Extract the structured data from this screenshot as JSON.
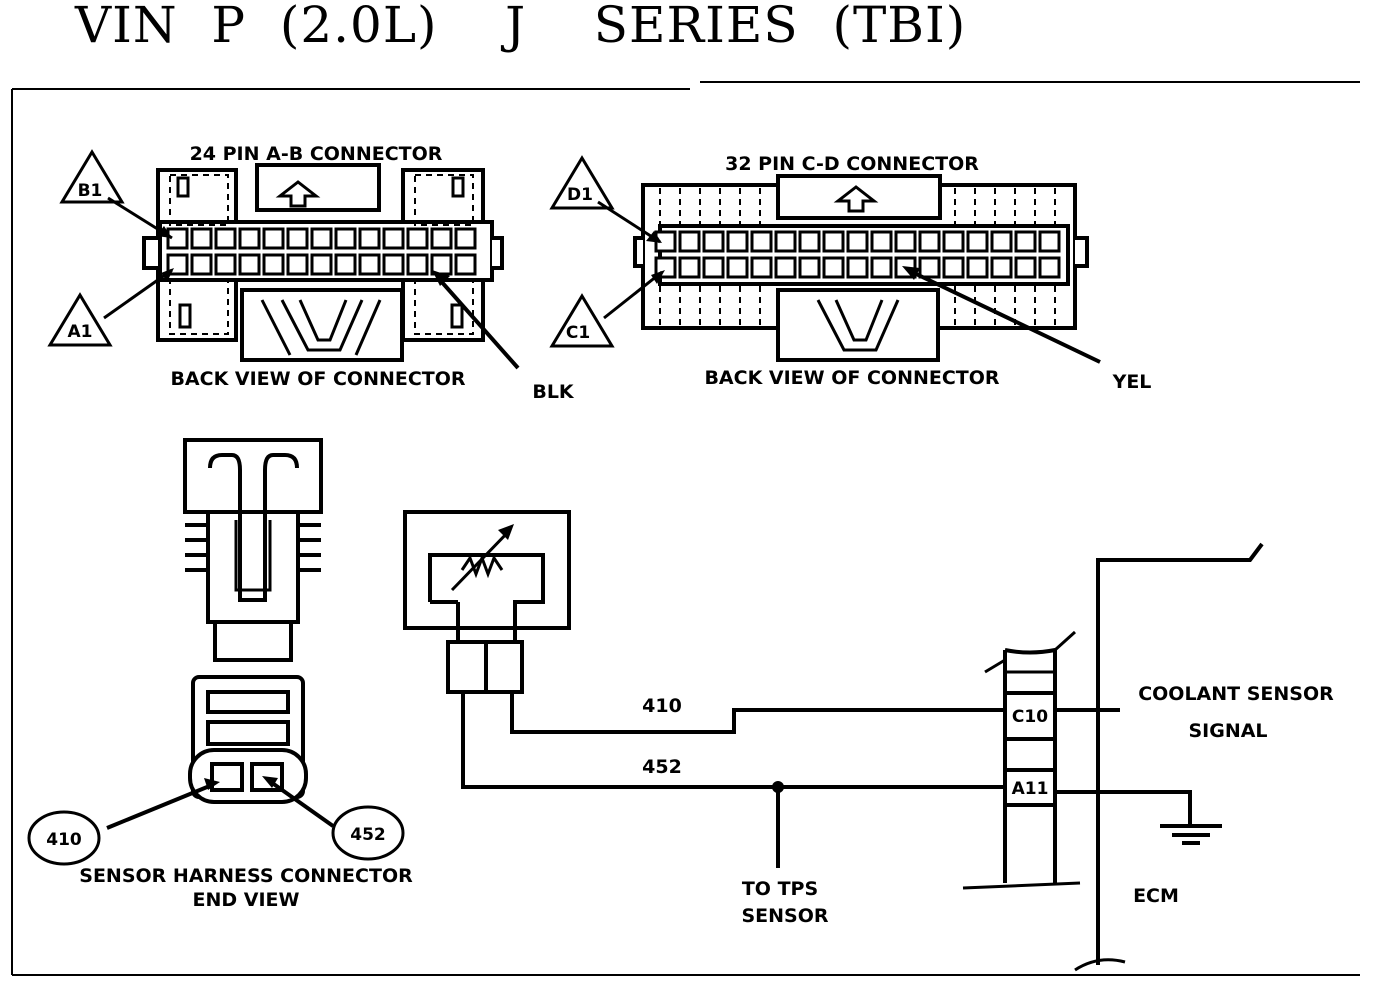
{
  "title": "VIN  P  (2.0L)    J    SERIES  (TBI)",
  "ab_connector": {
    "title": "24 PIN A-B  CONNECTOR",
    "view_label": "BACK VIEW OF CONNECTOR",
    "pin_top": "B1",
    "pin_bottom": "A1",
    "wire_color": "BLK"
  },
  "cd_connector": {
    "title": "32 PIN C-D  CONNECTOR",
    "view_label": "BACK VIEW OF CONNECTOR",
    "pin_top": "D1",
    "pin_bottom": "C1",
    "wire_color": "YEL"
  },
  "harness": {
    "label_line1": "SENSOR HARNESS CONNECTOR",
    "label_line2": "END VIEW",
    "pin_left": "410",
    "pin_right": "452"
  },
  "circuit": {
    "wire_top": "410",
    "wire_bottom": "452",
    "ecm_pin_top": "C10",
    "ecm_pin_bottom": "A11",
    "signal_line1": "COOLANT SENSOR",
    "signal_line2": "SIGNAL",
    "tps_line1": "TO TPS",
    "tps_line2": "SENSOR",
    "ecm_label": "ECM"
  }
}
